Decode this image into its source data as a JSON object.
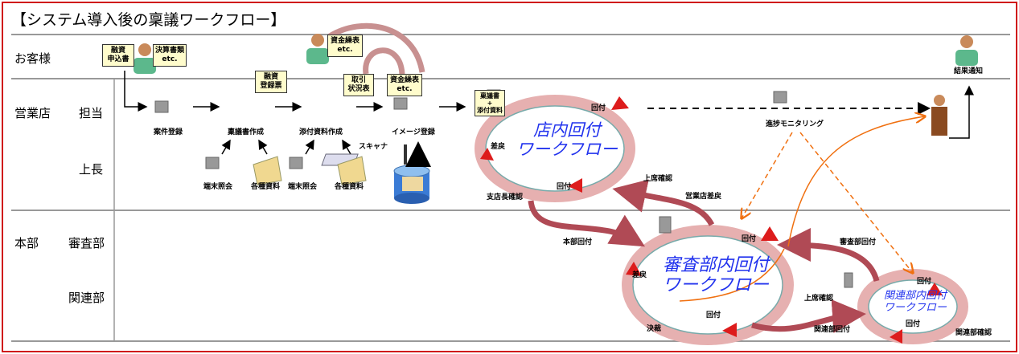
{
  "title": "【システム導入後の稟議ワークフロー】",
  "lanes": {
    "customer": "お客様",
    "branch": "営業店",
    "staff": "担当",
    "superior": "上長",
    "hq": "本部",
    "review": "審査部",
    "related": "関連部"
  },
  "notes": {
    "loan_application": "融資\n申込書",
    "financial_docs": "決算書類\netc.",
    "loan_registration": "融資\n登録票",
    "cashflow_top": "資金繰表\netc.",
    "transaction_status": "取引\n状況表",
    "cashflow": "資金繰表\netc.",
    "bundle": "稟議書\n+\n添付資料"
  },
  "steps": {
    "case_registration": "案件登録",
    "ringi_creation": "稟議書作成",
    "attachment_creation": "添付資料作成",
    "image_registration": "イメージ登録",
    "terminal_inquiry_1": "端末照会",
    "various_docs_1": "各種資料",
    "terminal_inquiry_2": "端末照会",
    "various_docs_2": "各種資料",
    "scanner": "スキャナ",
    "progress_monitoring": "進捗モニタリング",
    "result_notice": "結果通知"
  },
  "workflows": {
    "branch": {
      "line1": "店内回付",
      "line2": "ワークフロー"
    },
    "review": {
      "line1": "審査部内回付",
      "line2": "ワークフロー"
    },
    "related": {
      "line1": "関連部内回付",
      "line2": "ワークフロー"
    }
  },
  "labels": {
    "branch_route_top": "回付",
    "branch_return": "差戻",
    "branch_superior_check": "上席確認",
    "branch_route_bottom": "回付",
    "branch_manager_check": "支店長確認",
    "branch_send_back": "営業店差戻",
    "hq_route": "本部回付",
    "review_route_top": "回付",
    "review_return": "差戻",
    "review_superior_check": "上席確認",
    "review_route_bottom": "回付",
    "decision": "決裁",
    "review_dept_route": "審査部回付",
    "related_dept_route": "関連部回付",
    "related_route_top": "回付",
    "related_route_bottom": "回付",
    "related_check": "関連部確認"
  }
}
